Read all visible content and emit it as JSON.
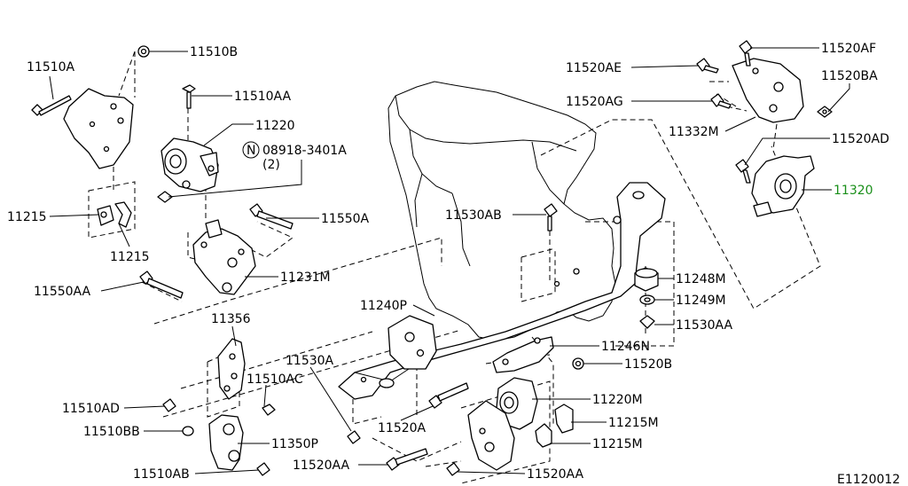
{
  "diagram_code": "E1120012",
  "highlight_color": "#1a8f1a",
  "labels": {
    "p11510A": "11510A",
    "p11510B": "11510B",
    "p11510AA": "11510AA",
    "p11220": "11220",
    "pN": "N",
    "p08918": "08918-3401A",
    "pQty": "(2)",
    "p11215a": "11215",
    "p11215b": "11215",
    "p11550A": "11550A",
    "p11550AA": "11550AA",
    "p11231M": "11231M",
    "p11356": "11356",
    "p11510AC": "11510AC",
    "p11510AD": "11510AD",
    "p11510BB": "11510BB",
    "p11350P": "11350P",
    "p11510AB": "11510AB",
    "p11530A": "11530A",
    "p11520AA_a": "11520AA",
    "p11520A": "11520A",
    "p11240P": "11240P",
    "p11530AB": "11530AB",
    "p11520AA_b": "11520AA",
    "p11215M_a": "11215M",
    "p11215M_b": "11215M",
    "p11220M": "11220M",
    "p11520B": "11520B",
    "p11246N": "11246N",
    "p11530AA": "11530AA",
    "p11249M": "11249M",
    "p11248M": "11248M",
    "p11320": "11320",
    "p11520AD": "11520AD",
    "p11332M": "11332M",
    "p11520BA": "11520BA",
    "p11520AG": "11520AG",
    "p11520AE": "11520AE",
    "p11520AF": "11520AF"
  }
}
